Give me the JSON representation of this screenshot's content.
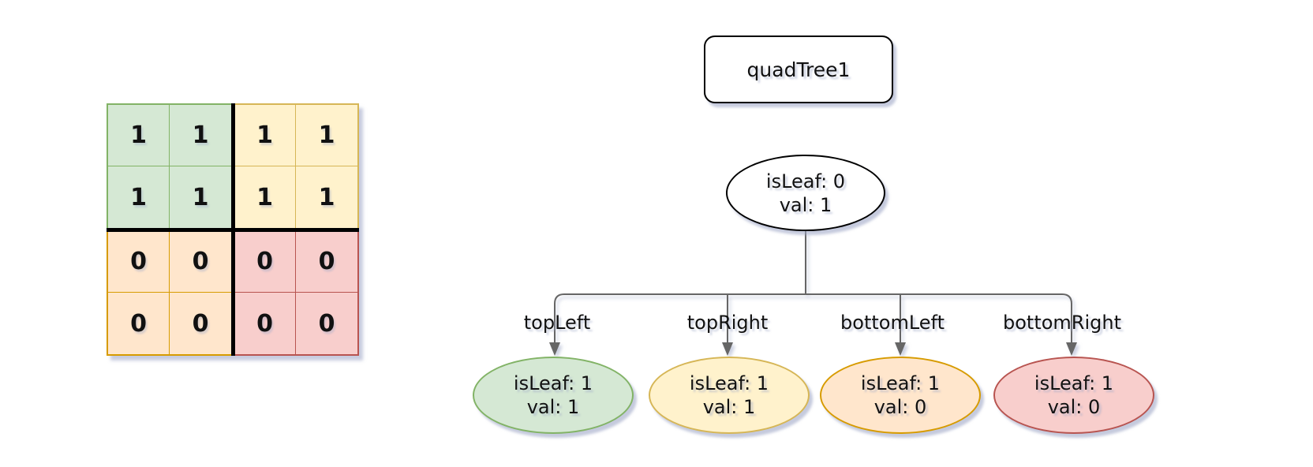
{
  "title_box": {
    "label": "quadTree1"
  },
  "tree": {
    "connector_color": "#666666",
    "root": {
      "line1": "isLeaf: 0",
      "line2": "val: 1",
      "fill": "#ffffff",
      "stroke": "#000000"
    },
    "children": [
      {
        "edge_label": "topLeft",
        "line1": "isLeaf: 1",
        "line2": "val: 1",
        "fill": "#d5e8d4",
        "stroke": "#82b366"
      },
      {
        "edge_label": "topRight",
        "line1": "isLeaf: 1",
        "line2": "val: 1",
        "fill": "#fff2cc",
        "stroke": "#d6b656"
      },
      {
        "edge_label": "bottomLeft",
        "line1": "isLeaf: 1",
        "line2": "val: 0",
        "fill": "#ffe6cc",
        "stroke": "#d79b00"
      },
      {
        "edge_label": "bottomRight",
        "line1": "isLeaf: 1",
        "line2": "val: 0",
        "fill": "#f8cecc",
        "stroke": "#b85450"
      }
    ]
  },
  "grid": {
    "divider_color": "#000000",
    "quadrants": [
      {
        "name": "topLeft",
        "fill": "#d5e8d4",
        "stroke": "#82b366",
        "cells": [
          "1",
          "1",
          "1",
          "1"
        ]
      },
      {
        "name": "topRight",
        "fill": "#fff2cc",
        "stroke": "#d6b656",
        "cells": [
          "1",
          "1",
          "1",
          "1"
        ]
      },
      {
        "name": "bottomLeft",
        "fill": "#ffe6cc",
        "stroke": "#d79b00",
        "cells": [
          "0",
          "0",
          "0",
          "0"
        ]
      },
      {
        "name": "bottomRight",
        "fill": "#f8cecc",
        "stroke": "#b85450",
        "cells": [
          "0",
          "0",
          "0",
          "0"
        ]
      }
    ]
  }
}
